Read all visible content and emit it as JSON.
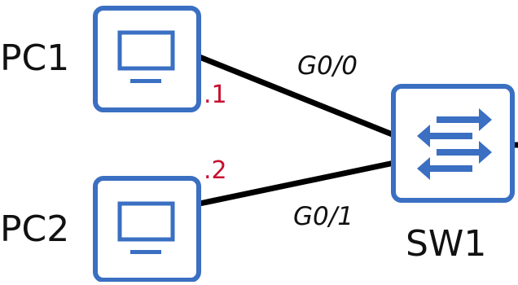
{
  "colors": {
    "device_border": "#3a6fc2",
    "icon": "#3a6fc2",
    "link": "#000000",
    "ip_text": "#c8102e",
    "background": "#ffffff"
  },
  "devices": {
    "pc1": {
      "label": "PC1",
      "icon": "monitor-icon",
      "ip_suffix": ".1"
    },
    "pc2": {
      "label": "PC2",
      "icon": "monitor-icon",
      "ip_suffix": ".2"
    },
    "sw1": {
      "label": "SW1",
      "icon": "switch-arrows-icon"
    }
  },
  "links": [
    {
      "from": "PC1",
      "to": "SW1",
      "port": "G0/0"
    },
    {
      "from": "PC2",
      "to": "SW1",
      "port": "G0/1"
    }
  ]
}
